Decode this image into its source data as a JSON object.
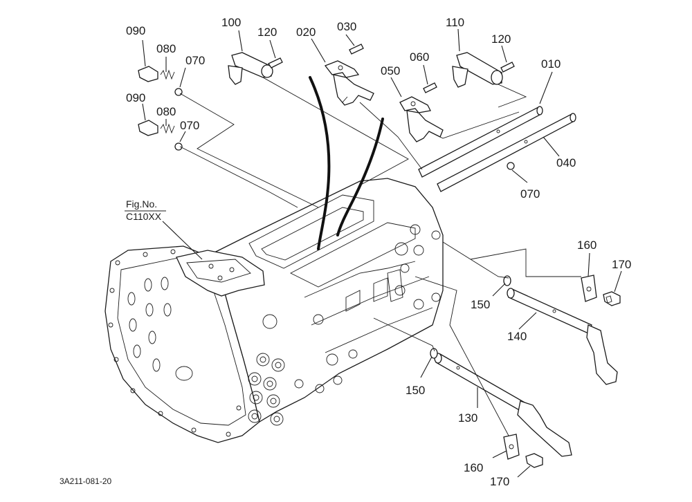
{
  "figure": {
    "ref_label_line1": "Fig.No.",
    "ref_label_line2": "C110XX",
    "drawing_code": "3A211-081-20"
  },
  "callouts": {
    "c010": "010",
    "c020": "020",
    "c030": "030",
    "c040": "040",
    "c050": "050",
    "c060": "060",
    "c070a": "070",
    "c070b": "070",
    "c070c": "070",
    "c080a": "080",
    "c080b": "080",
    "c090a": "090",
    "c090b": "090",
    "c100": "100",
    "c110": "110",
    "c120a": "120",
    "c120b": "120",
    "c130": "130",
    "c140": "140",
    "c150a": "150",
    "c150b": "150",
    "c160a": "160",
    "c160b": "160",
    "c170a": "170",
    "c170b": "170"
  }
}
